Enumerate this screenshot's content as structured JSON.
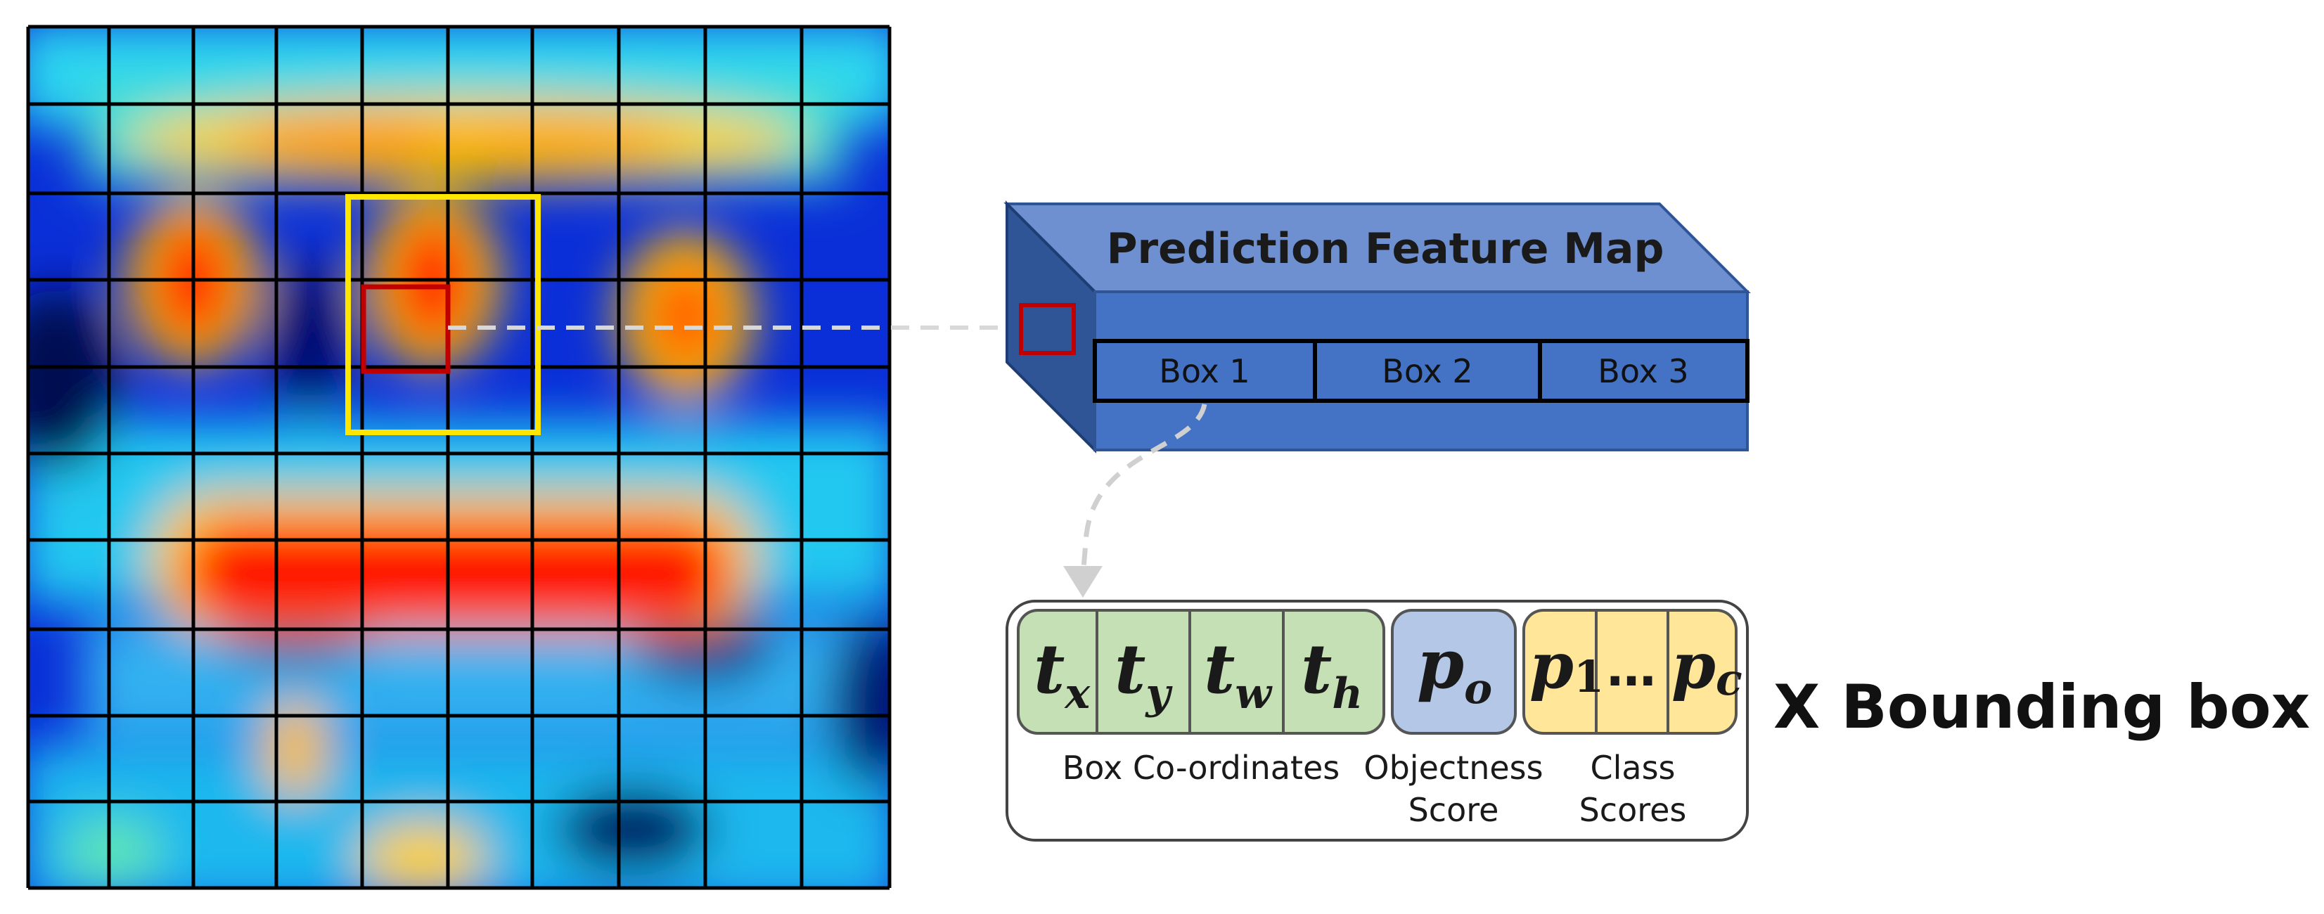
{
  "feature_map": {
    "title": "Prediction Feature Map",
    "boxes": [
      {
        "label": "Box 1"
      },
      {
        "label": "Box 2"
      },
      {
        "label": "Box 3"
      }
    ]
  },
  "vector": {
    "coordinates": [
      {
        "symbol": "t",
        "subscript": "x"
      },
      {
        "symbol": "t",
        "subscript": "y"
      },
      {
        "symbol": "t",
        "subscript": "w"
      },
      {
        "symbol": "t",
        "subscript": "h"
      }
    ],
    "objectness": {
      "symbol": "p",
      "subscript": "o"
    },
    "classes": [
      {
        "symbol": "p",
        "subscript": "1"
      },
      {
        "symbol": "…",
        "subscript": ""
      },
      {
        "symbol": "p",
        "subscript": "c"
      }
    ],
    "labels": {
      "coordinates": "Box Co-ordinates",
      "objectness_line1": "Objectness",
      "objectness_line2": "Score",
      "classes_line1": "Class",
      "classes_line2": "Scores"
    }
  },
  "multiplier": "X Bounding box",
  "colors": {
    "cube_front": "#4472C4",
    "cube_top": "#6E90D0",
    "cube_side": "#2F5597",
    "coord_fill": "#C5E0B4",
    "objectness_fill": "#B4C7E7",
    "class_fill": "#FFE699",
    "highlight_yellow": "#FFE600",
    "highlight_red": "#C00000"
  }
}
